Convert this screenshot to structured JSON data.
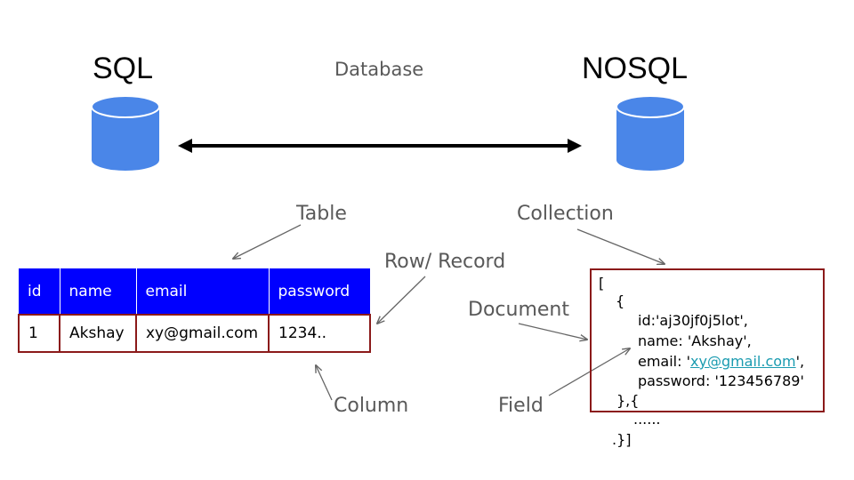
{
  "headings": {
    "sql": "SQL",
    "nosql": "NOSQL",
    "database": "Database"
  },
  "labels": {
    "table": "Table",
    "collection": "Collection",
    "row_record": "Row/ Record",
    "document": "Document",
    "column": "Column",
    "field": "Field"
  },
  "sql_table": {
    "headers": [
      "id",
      "name",
      "email",
      "password"
    ],
    "row": [
      "1",
      "Akshay",
      "xy@gmail.com",
      "1234.."
    ]
  },
  "nosql_document": {
    "open": "[",
    "brace_open": "{",
    "id_line": "id:'aj30jf0j5lot',",
    "name_line": "name: 'Akshay',",
    "email_prefix": "email: '",
    "email_link": "xy@gmail.com",
    "email_suffix": "',",
    "password_line": "password: '123456789'",
    "brace_close": "},{",
    "ellipsis": "......",
    "close": ".}]"
  },
  "colors": {
    "db_blue": "#4a86e8",
    "header_blue": "#0000ff",
    "border_red": "#8b1a1a",
    "label_gray": "#595959",
    "link": "#1a9bb0"
  }
}
